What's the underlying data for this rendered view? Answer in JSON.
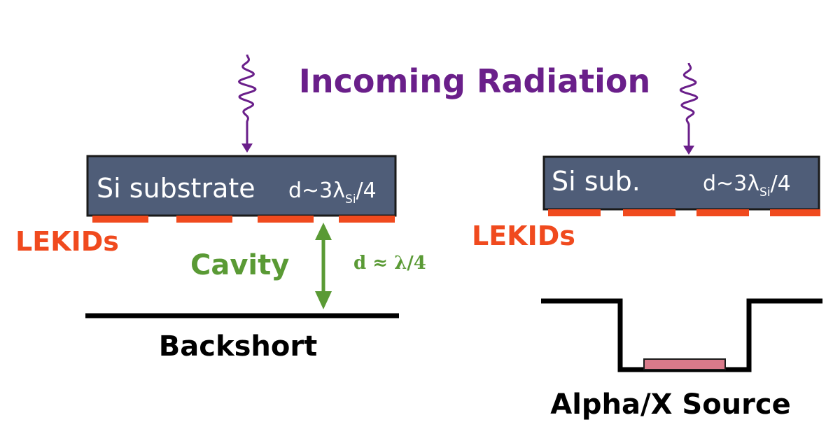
{
  "title": "Incoming Radiation",
  "left_panel": {
    "substrate_label": "Si substrate",
    "thickness_prefix": "d~3λ",
    "thickness_sub": "Si",
    "thickness_suffix": "/4",
    "lekids_label": "LEKIDs",
    "cavity_label": "Cavity",
    "cavity_spacing": "d ≈ λ/4",
    "backshort_label": "Backshort"
  },
  "right_panel": {
    "substrate_label": "Si sub.",
    "thickness_prefix": "d~3λ",
    "thickness_sub": "Si",
    "thickness_suffix": "/4",
    "lekids_label": "LEKIDs",
    "source_label": "Alpha/X Source"
  },
  "colors": {
    "title": "#6a1f8a",
    "wave": "#6a1f8a",
    "substrate_fill": "#4f5d78",
    "substrate_stroke": "#1a1a1a",
    "lekid": "#f04a1e",
    "cavity": "#5a9a35",
    "black": "#000000",
    "source_fill": "#d97a8a"
  }
}
